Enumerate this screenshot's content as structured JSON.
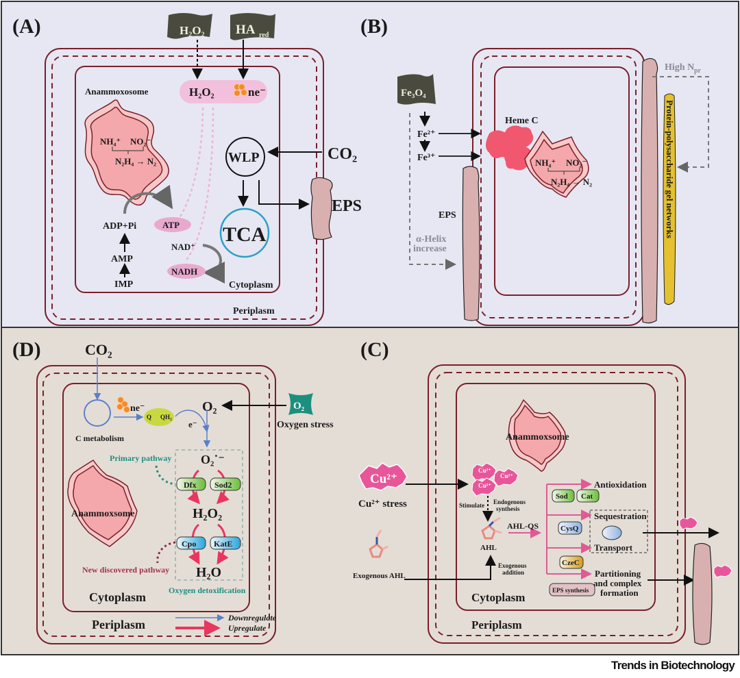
{
  "credit": "Trends in Biotechnology",
  "colors": {
    "panel_top_bg": "#e6e7f3",
    "panel_bottom_bg": "#e4ddd6",
    "membrane": "#7a1f2b",
    "anammox_fill": "#f4a8ab",
    "anammox_outer": "#f7c8c8",
    "pink_pathway": "#e8568a",
    "blue_arrow": "#5b7fc8",
    "teal": "#1d8f7e",
    "eps_fill": "#d9b0b0",
    "gel_fill": "#e5c12f",
    "dark_flag": "#4a4a3e"
  },
  "panelA": {
    "label": "(A)",
    "flag_h2o2": "H₂O₂",
    "flag_ha": "HA",
    "flag_ha_sub": "red",
    "anammoxosome_label": "Anammoxosome",
    "pool_h2o2": "H₂O₂",
    "pool_ne": "ne⁻",
    "reaction_nh4": "NH₄⁺",
    "reaction_no2": "NO₂⁻",
    "reaction_products": "N₂H₄ → N₂",
    "wlp": "WLP",
    "co2": "CO₂",
    "eps": "EPS",
    "tca": "TCA",
    "atp": "ATP",
    "adp": "ADP+Pi",
    "amp": "AMP",
    "imp": "IMP",
    "nad": "NAD⁺",
    "nadh": "NADH",
    "cytoplasm": "Cytoplasm",
    "periplasm": "Periplasm"
  },
  "panelB": {
    "label": "(B)",
    "flag_fe3o4": "Fe₃O₄",
    "fe2": "Fe²⁺",
    "fe3": "Fe³⁺",
    "heme": "Heme C",
    "reaction_nh4": "NH₄⁺",
    "reaction_no2": "NO₂⁻",
    "reaction_products": "N₂H₄ → N₂",
    "eps": "EPS",
    "alpha_helix_1": "α-Helix",
    "alpha_helix_2": "increase",
    "high_npr": "High N",
    "high_npr_sub": "pr",
    "gel": "Protein-polysaccharide gel networks"
  },
  "panelD": {
    "label": "(D)",
    "co2": "CO₂",
    "c_metabolism": "C metabolism",
    "ne": "ne⁻",
    "q": "Q",
    "qh2": "QH₂",
    "e": "e⁻",
    "o2": "O₂",
    "o2_stress_flag": "O₂",
    "oxygen_stress": "Oxygen stress",
    "superoxide": "O₂˙⁻",
    "primary_pathway": "Primary pathway",
    "dfx": "Dfx",
    "sod2": "Sod2",
    "h2o2": "H₂O₂",
    "cpo": "Cpo",
    "kate": "KatE",
    "h2o": "H₂O",
    "new_pathway": "New discovered pathway",
    "oxygen_detox": "Oxygen detoxification",
    "anammoxsome": "Anammoxsome",
    "cytoplasm": "Cytoplasm",
    "periplasm": "Periplasm",
    "legend_down": "Downregulate",
    "legend_up": "Upregulate"
  },
  "panelC": {
    "label": "(C)",
    "cu_flag": "Cu²⁺",
    "cu_stress": "Cu²⁺ stress",
    "cu_small": "Cu²⁺",
    "stimulate": "Stimulate",
    "endogenous_1": "Endogenous",
    "endogenous_2": "synthesis",
    "ahl": "AHL",
    "ahl_qs": "AHL-QS",
    "exogenous_1": "Exogenous",
    "exogenous_2": "addition",
    "exogenous_ahl": "Exogenous AHL",
    "anammoxsome": "Anammoxsome",
    "antioxidation": "Antioxidation",
    "sod": "Sod",
    "cat": "Cat",
    "sequestration": "Sequestration",
    "cysq": "CysQ",
    "transport": "Transport",
    "czec": "CzeC",
    "partitioning_1": "Partitioning",
    "partitioning_2": "and complex",
    "partitioning_3": "formation",
    "eps_synthesis": "EPS synthesis",
    "cytoplasm": "Cytoplasm",
    "periplasm": "Periplasm"
  }
}
